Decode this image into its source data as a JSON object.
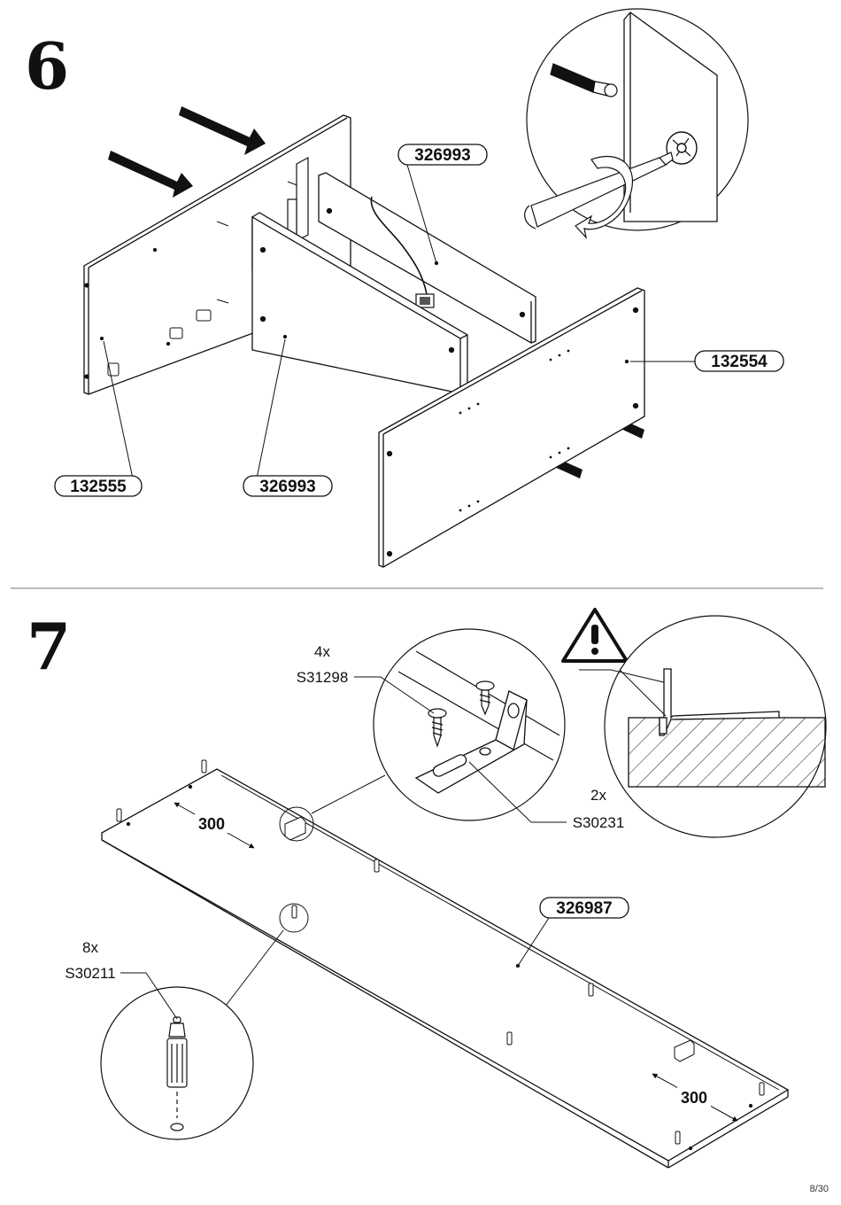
{
  "page": {
    "number": "8/30"
  },
  "step6": {
    "step_number": "6",
    "labels": {
      "left_panel": "132555",
      "middle_panel": "326993",
      "back_panel": "326993",
      "right_panel": "132554"
    },
    "icons": [
      "arrow-icon",
      "screwdriver-icon",
      "rotate-arrow-icon",
      "cam-lock-icon",
      "cam-dowel-icon"
    ]
  },
  "step7": {
    "step_number": "7",
    "board_label": "326987",
    "dimensions": {
      "left": "300",
      "right": "300"
    },
    "parts": {
      "screw": {
        "qty": "4x",
        "code": "S31298"
      },
      "bracket": {
        "qty": "2x",
        "code": "S30231"
      },
      "dowel": {
        "qty": "8x",
        "code": "S30211"
      }
    },
    "icons": [
      "warning-icon",
      "screw-icon",
      "angle-bracket-icon",
      "dowel-icon"
    ]
  }
}
